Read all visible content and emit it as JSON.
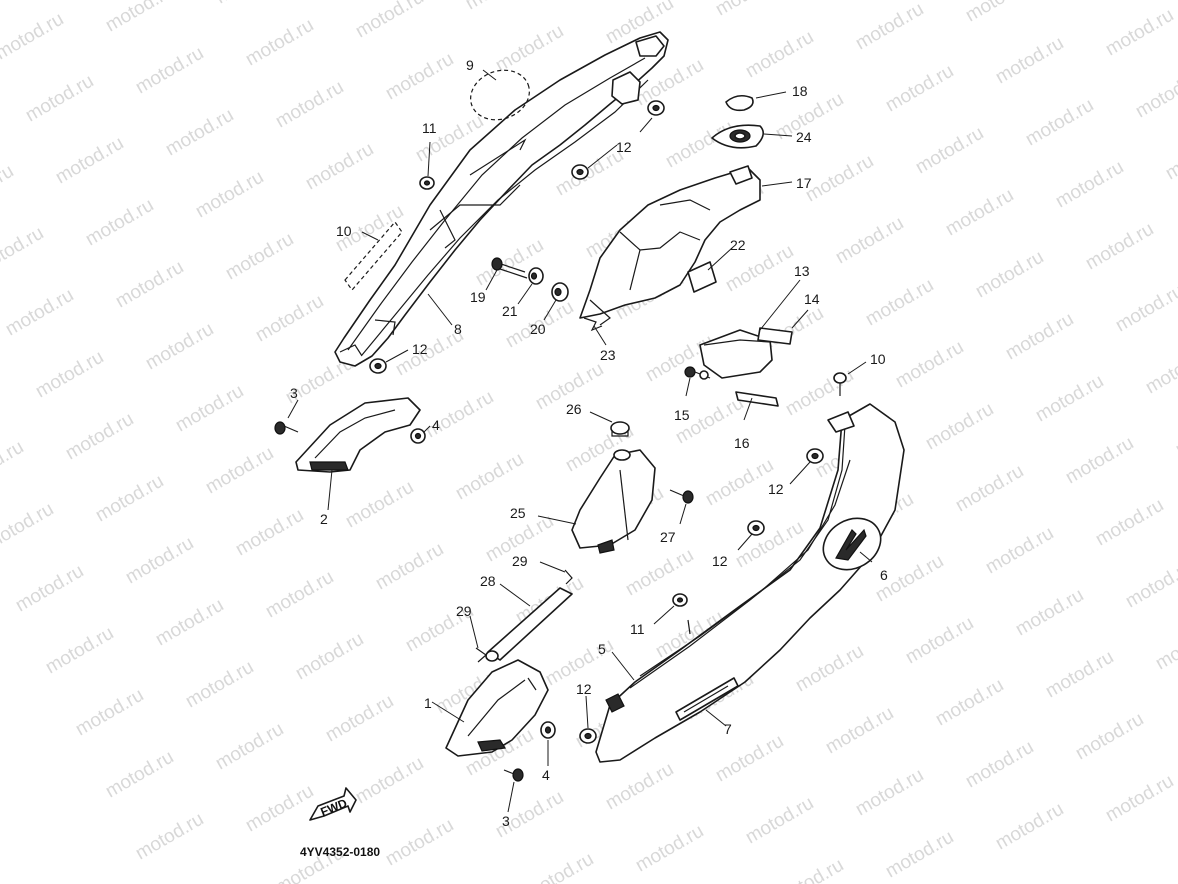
{
  "watermark": "motod.ru",
  "diagram_code": "4YV4352-0180",
  "direction_marker": "FWD",
  "callouts": {
    "c1": "1",
    "c2": "2",
    "c3a": "3",
    "c3b": "3",
    "c4a": "4",
    "c4b": "4",
    "c5": "5",
    "c6": "6",
    "c7": "7",
    "c8": "8",
    "c9": "9",
    "c10a": "10",
    "c10b": "10",
    "c11a": "11",
    "c11b": "11",
    "c12a": "12",
    "c12b": "12",
    "c12c": "12",
    "c12d": "12",
    "c12e": "12",
    "c13": "13",
    "c14": "14",
    "c15": "15",
    "c16": "16",
    "c17": "17",
    "c18": "18",
    "c19": "19",
    "c20": "20",
    "c21": "21",
    "c22": "22",
    "c23": "23",
    "c24": "24",
    "c25": "25",
    "c26": "26",
    "c27": "27",
    "c28": "28",
    "c29a": "29",
    "c29b": "29"
  },
  "colors": {
    "ink": "#1a1a1a",
    "watermark": "#d8d8d8",
    "paper": "#ffffff"
  }
}
